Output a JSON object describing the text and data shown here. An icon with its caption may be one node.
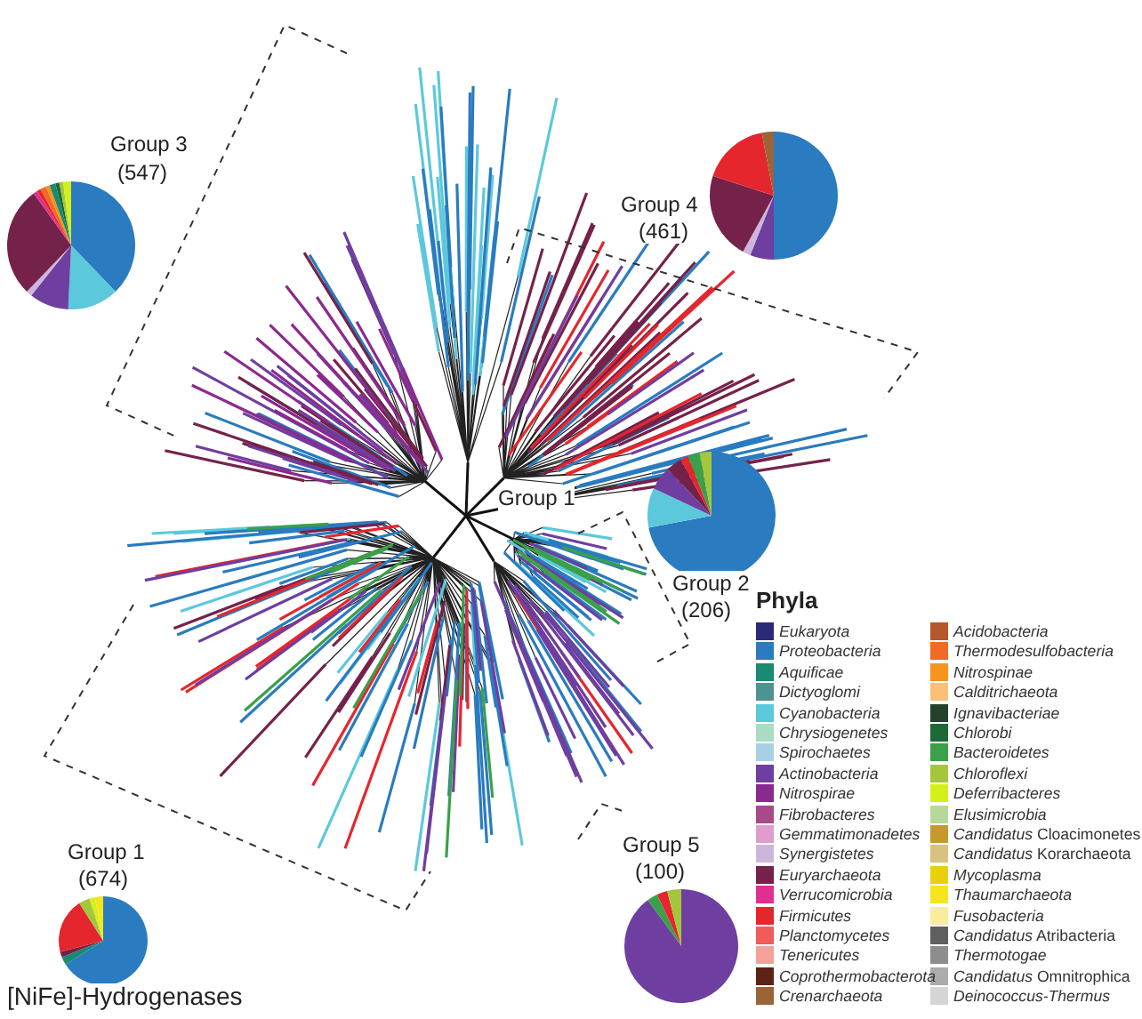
{
  "diagram": {
    "caption": "[NiFe]-Hydrogenases",
    "labels": [
      "Group 3",
      "(547)",
      "Group 4",
      "(461)",
      "Group 1",
      "Group 2",
      "(206)",
      "Phyla",
      "Group 5",
      "(100)",
      "Group 1",
      "(674)"
    ],
    "legend": [
      {
        "text": "Eukaryota",
        "color": "#2b2a77"
      },
      {
        "text": "Proteobacteria",
        "color": "#2a7bbf"
      },
      {
        "text": "Aquificae",
        "color": "#1a8a70"
      },
      {
        "text": "Dictyoglomi",
        "color": "#4f9391"
      },
      {
        "text": "Cyanobacteria",
        "color": "#5cc8dc"
      },
      {
        "text": "Chrysiogenetes",
        "color": "#a9dcc3"
      },
      {
        "text": "Spirochaetes",
        "color": "#a9cfe4"
      },
      {
        "text": "Actinobacteria",
        "color": "#6e3ea0"
      },
      {
        "text": "Nitrospirae",
        "color": "#8b2a8e"
      },
      {
        "text": "Fibrobacteres",
        "color": "#a64a8a"
      },
      {
        "text": "Gemmatimonadetes",
        "color": "#e09ccd"
      },
      {
        "text": "Synergistetes",
        "color": "#cdb6dc"
      },
      {
        "text": "Euryarchaeota",
        "color": "#75224a"
      },
      {
        "text": "Verrucomicrobia",
        "color": "#e12f8f"
      },
      {
        "text": "Firmicutes",
        "color": "#e5262d"
      },
      {
        "text": "Planctomycetes",
        "color": "#ef5c5a"
      },
      {
        "text": "Tenericutes",
        "color": "#f4a19a"
      },
      {
        "text": "Coprothermobacterota",
        "color": "#5a2313"
      },
      {
        "text": "Crenarchaeota",
        "color": "#9a6437"
      },
      {
        "text": "Acidobacteria",
        "color": "#b4572a"
      },
      {
        "text": "Thermodesulfobacteria",
        "color": "#ef6b27"
      },
      {
        "text": "Nitrospinae",
        "color": "#f7941e"
      },
      {
        "text": "Calditrichaeota",
        "color": "#fbbf7a"
      },
      {
        "text": "Ignavibacteriae",
        "color": "#24422a"
      },
      {
        "text": "Chlorobi",
        "color": "#1a6b35"
      },
      {
        "text": "Bacteroidetes",
        "color": "#3aa049"
      },
      {
        "text": "Chloroflexi",
        "color": "#a4c63b"
      },
      {
        "text": "Deferribacteres",
        "color": "#d4f01a"
      },
      {
        "text": "Elusimicrobia",
        "color": "#b5d99a"
      },
      {
        "text": "*Candidatus* Cloacimonetes",
        "color": "#c49a2d"
      },
      {
        "text": "*Candidatus* Korarchaeota",
        "color": "#d7c27f"
      },
      {
        "text": "Mycoplasma",
        "color": "#e9d00f"
      },
      {
        "text": "Thaumarchaeota",
        "color": "#f5e51c"
      },
      {
        "text": "Fusobacteria",
        "color": "#f9ec9b"
      },
      {
        "text": "*Candidatus* Atribacteria",
        "color": "#5f5f5f"
      },
      {
        "text": "Thermotogae",
        "color": "#8d8d8d"
      },
      {
        "text": "*Candidatus* Omnitrophica",
        "color": "#ababab"
      },
      {
        "text": "Deinococcus-Thermus",
        "color": "#d5d5d5"
      }
    ]
  }
}
